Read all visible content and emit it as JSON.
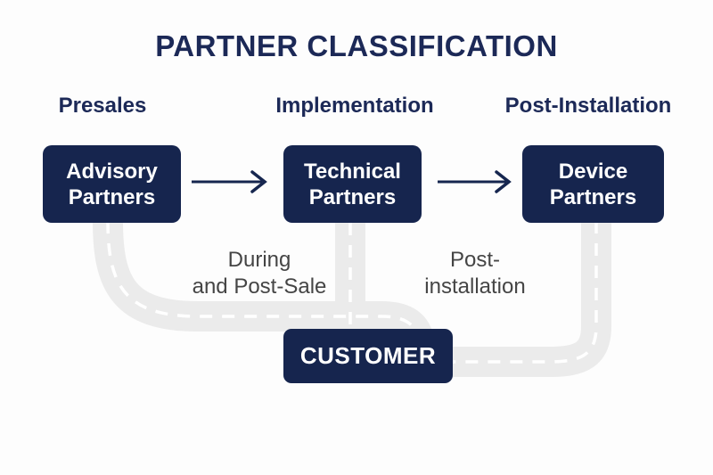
{
  "title": "PARTNER CLASSIFICATION",
  "stages": [
    {
      "label": "Presales"
    },
    {
      "label": "Implementation"
    },
    {
      "label": "Post-Installation"
    }
  ],
  "partner_boxes": [
    {
      "line1": "Advisory",
      "line2": "Partners"
    },
    {
      "line1": "Technical",
      "line2": "Partners"
    },
    {
      "line1": "Device",
      "line2": "Partners"
    }
  ],
  "road_labels": [
    {
      "line1": "During",
      "line2": "and Post-Sale"
    },
    {
      "line1": "Post-",
      "line2": "installation"
    }
  ],
  "customer_label": "CUSTOMER",
  "colors": {
    "navy": "#16254e",
    "title_navy": "#1c2957",
    "label_gray": "#454545",
    "road_gray": "#ebebeb",
    "road_dash_white": "#ffffff",
    "background": "#fdfdfd"
  }
}
